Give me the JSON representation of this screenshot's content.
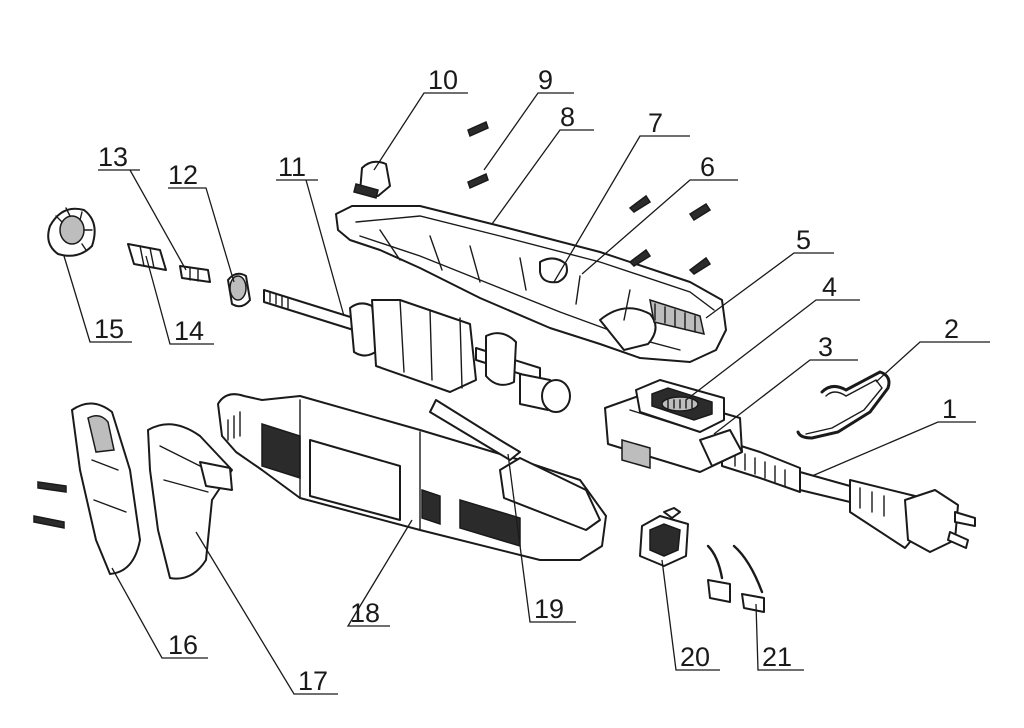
{
  "callouts": [
    "1",
    "2",
    "3",
    "4",
    "5",
    "6",
    "7",
    "8",
    "9",
    "10",
    "11",
    "12",
    "13",
    "14",
    "15",
    "16",
    "17",
    "18",
    "19",
    "20",
    "21"
  ],
  "colors": {
    "line": "#1a1a1a",
    "background": "#ffffff",
    "fill_dark": "#2b2b2b",
    "fill_grey": "#bdbdbd"
  }
}
